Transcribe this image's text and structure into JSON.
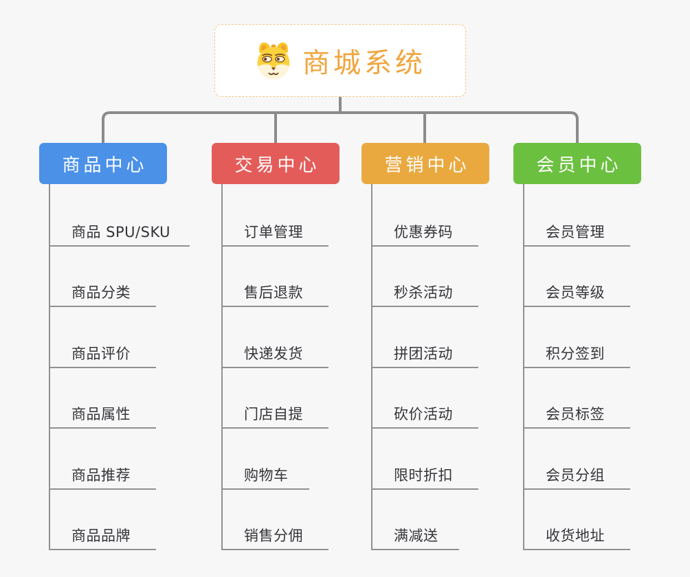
{
  "root": {
    "title": "商城系统",
    "icon": "dog-face-icon"
  },
  "branches": [
    {
      "label": "商品中心",
      "color": "#4b91e8",
      "children": [
        "商品 SPU/SKU",
        "商品分类",
        "商品评价",
        "商品属性",
        "商品推荐",
        "商品品牌"
      ]
    },
    {
      "label": "交易中心",
      "color": "#e45c5a",
      "children": [
        "订单管理",
        "售后退款",
        "快递发货",
        "门店自提",
        "购物车",
        "销售分佣"
      ]
    },
    {
      "label": "营销中心",
      "color": "#eaa93f",
      "children": [
        "优惠券码",
        "秒杀活动",
        "拼团活动",
        "砍价活动",
        "限时折扣",
        "满减送"
      ]
    },
    {
      "label": "会员中心",
      "color": "#6bc040",
      "children": [
        "会员管理",
        "会员等级",
        "积分签到",
        "会员标签",
        "会员分组",
        "收货地址"
      ]
    }
  ],
  "colors": {
    "background": "#f7f7f7",
    "connector": "#8b8b8b",
    "leaf_line": "#909090",
    "leaf_text": "#34353a",
    "root_title": "#f0a53d",
    "root_border": "#f2c488",
    "branch_product": "#4b91e8",
    "branch_trade": "#e45c5a",
    "branch_marketing": "#eaa93f",
    "branch_member": "#6bc040"
  }
}
